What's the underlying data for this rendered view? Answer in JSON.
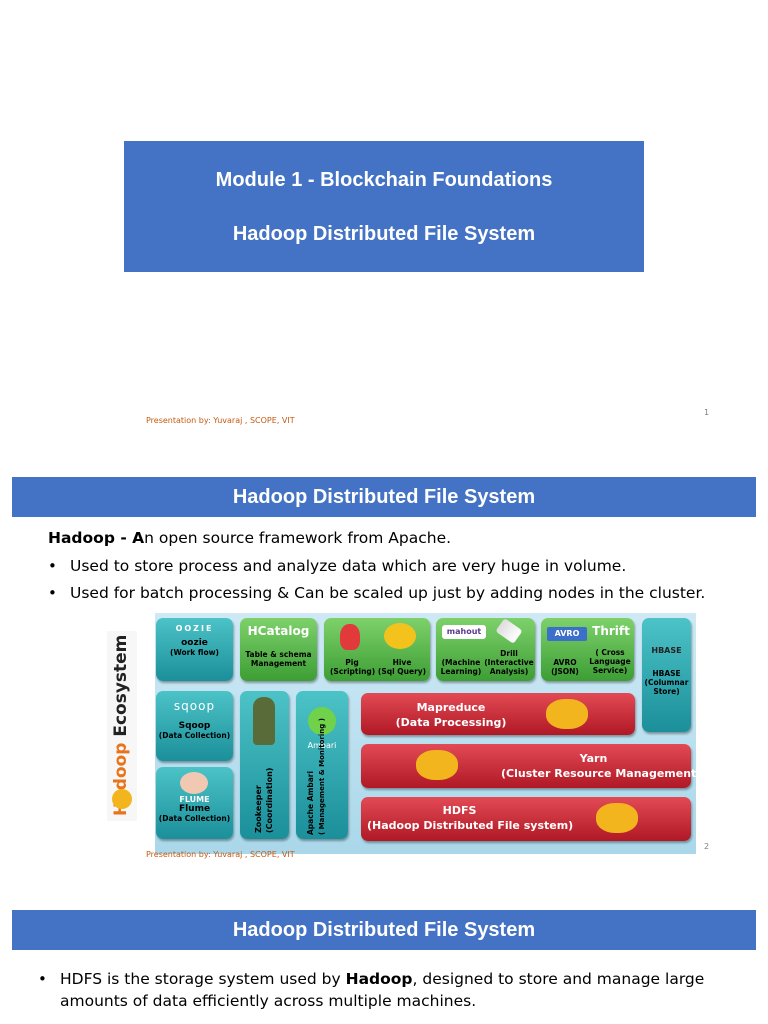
{
  "slide1": {
    "title_line1": "Module 1 - Blockchain Foundations",
    "title_line2": "Hadoop Distributed File System",
    "footer": "Presentation by: Yuvaraj , SCOPE, VIT",
    "page_number": "1"
  },
  "slide2": {
    "banner": "Hadoop Distributed File System",
    "intro_bold": "Hadoop - A",
    "intro_rest": "n open source framework from Apache.",
    "bullets": [
      "Used to store process and analyze data which are very huge in volume.",
      "Used for batch processing & Can be scaled up just by adding nodes in the cluster."
    ],
    "page_number": "2",
    "footer": "Presentation by: Yuvaraj , SCOPE, VIT",
    "ecosystem": {
      "side_label_hadoop": "Hadoop",
      "side_label_eco": "Ecosystem",
      "oozie_logo": "OOZIE",
      "oozie_name": "oozie",
      "oozie_sub": "(Work flow)",
      "hcatalog_logo": "HCatalog",
      "hcatalog_sub": "Table & schema Management",
      "pig_name": "Pig",
      "pig_sub": "(Scripting)",
      "hive_name": "Hive",
      "hive_sub": "(Sql Query)",
      "mahout_logo": "mahout",
      "mahout_sub": "(Machine Learning)",
      "drill_name": "Drill",
      "drill_sub": "(Interactive Analysis)",
      "avro_logo": "AVRO",
      "avro_name": "AVRO",
      "avro_sub": "(JSON)",
      "thrift_name": "Thrift",
      "thrift_sub": "( Cross Language Service)",
      "hbase_logo": "HBASE",
      "hbase_name": "HBASE",
      "hbase_sub": "(Columnar Store)",
      "sqoop_logo": "sqoop",
      "sqoop_name": "Sqoop",
      "sqoop_sub": "(Data Collection)",
      "flume_logo": "FLUME",
      "flume_name": "Flume",
      "flume_sub": "(Data Collection)",
      "zookeeper_name": "Zookeeper",
      "zookeeper_sub": "(Coordination)",
      "ambari_logo": "Ambari",
      "ambari_name": "Apache Ambari",
      "ambari_sub": "( Management & Monitoring )",
      "mapreduce_name": "Mapreduce",
      "mapreduce_sub": "(Data Processing)",
      "yarn_name": "Yarn",
      "yarn_sub": "(Cluster Resource Management)",
      "hdfs_name": "HDFS",
      "hdfs_sub": "(Hadoop Distributed File system)"
    }
  },
  "slide3": {
    "banner": "Hadoop Distributed File System",
    "bullet_pre": "HDFS is the storage system used by ",
    "bullet_bold": "Hadoop",
    "bullet_post": ", designed to store and manage large",
    "bullet_line2": "amounts of data efficiently across multiple machines."
  },
  "colors": {
    "title_blue": "#4472c4",
    "footer_orange": "#c55a11"
  }
}
